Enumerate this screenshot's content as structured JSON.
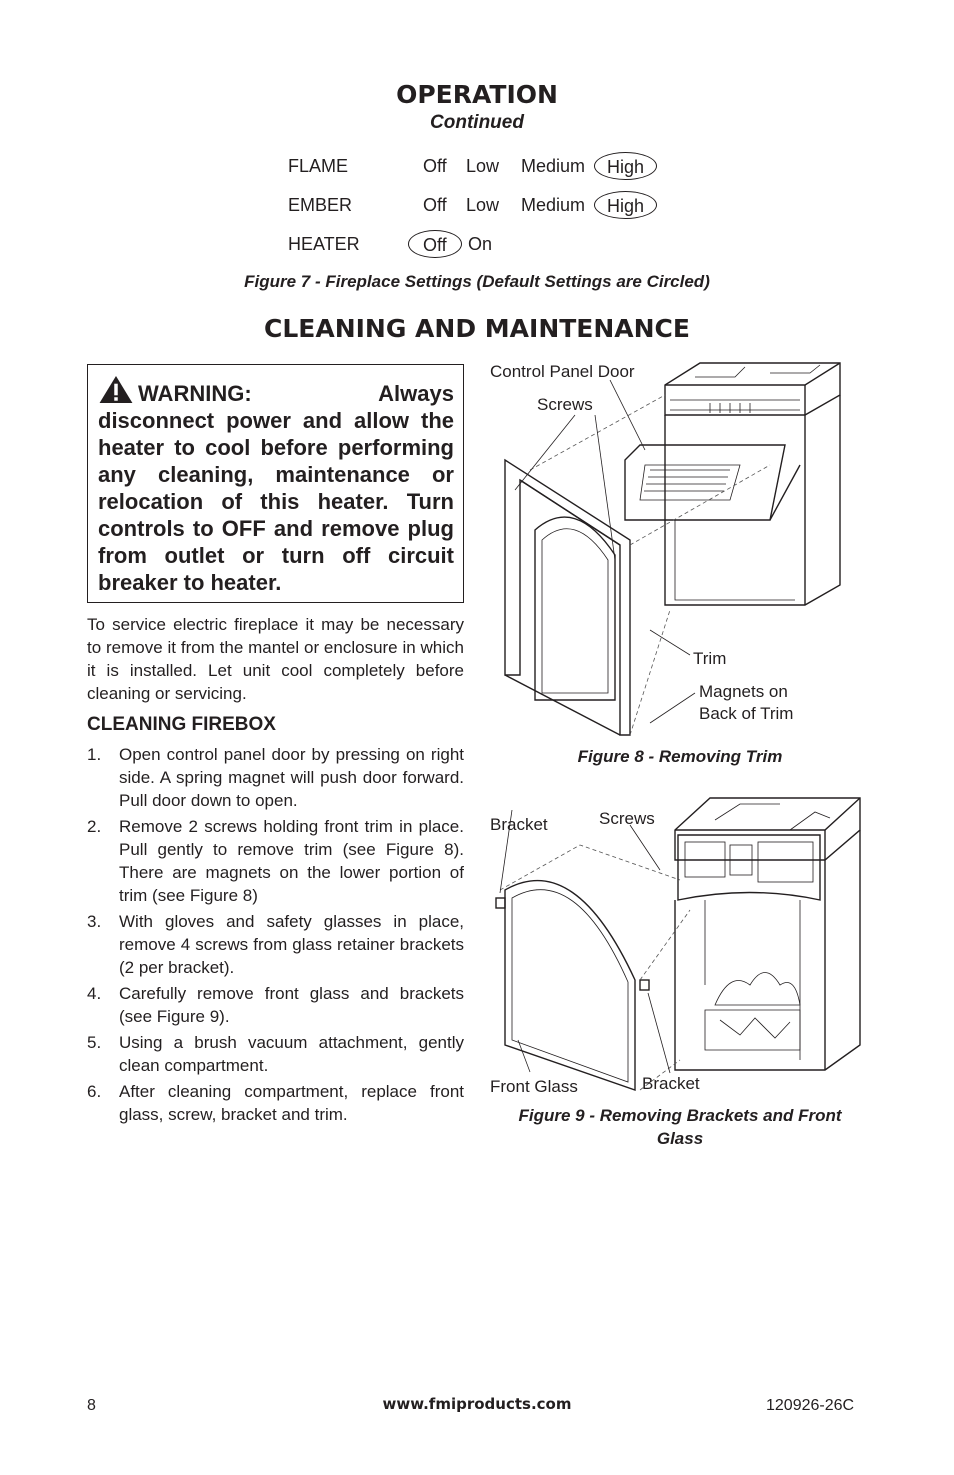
{
  "operation": {
    "title": "OPERATION",
    "subtitle": "Continued"
  },
  "settings": [
    {
      "name": "FLAME",
      "options": [
        "Off",
        "Low",
        "Medium",
        "High"
      ]
    },
    {
      "name": "EMBER",
      "options": [
        "Off",
        "Low",
        "Medium",
        "High"
      ]
    },
    {
      "name": "HEATER",
      "options": [
        "Off",
        "On"
      ]
    }
  ],
  "figure7_caption": "Figure 7 - Fireplace Settings (Default Settings are Circled)",
  "cleaning": {
    "title": "CLEANING AND MAINTENANCE"
  },
  "warning": {
    "text": "WARNING: Always disconnect power and allow the heater to cool before performing any cleaning, maintenance or relocation of this heater. Turn controls to OFF and remove plug from outlet or turn off circuit breaker to heater."
  },
  "intro": "To service electric fireplace it may be necessary to remove it from the mantel or enclosure in which it is installed. Let unit cool completely before cleaning or servicing.",
  "firebox": {
    "heading": "CLEANING FIREBOX",
    "steps": [
      {
        "num": "1.",
        "text": "Open control panel door by pressing on right side. A spring magnet will push door forward. Pull door down to open."
      },
      {
        "num": "2.",
        "text": "Remove 2 screws holding front trim in place. Pull gently to remove trim (see Figure 8). There are magnets on the lower portion of trim (see Figure 8)"
      },
      {
        "num": "3.",
        "text": "With gloves and safety glasses in place, remove 4 screws from glass retainer brackets (2 per bracket)."
      },
      {
        "num": "4.",
        "text": "Carefully remove front glass and brackets (see Figure 9)."
      },
      {
        "num": "5.",
        "text": "Using a brush vacuum attachment, gently clean compartment."
      },
      {
        "num": "6.",
        "text": "After cleaning compartment, replace front glass, screw, bracket and trim."
      }
    ]
  },
  "figure8": {
    "labels": {
      "control_panel_door": "Control Panel Door",
      "screws": "Screws",
      "trim": "Trim",
      "magnets_line1": "Magnets on",
      "magnets_line2": "Back of Trim"
    },
    "caption": "Figure 8 - Removing Trim"
  },
  "figure9": {
    "labels": {
      "bracket_top": "Bracket",
      "screws": "Screws",
      "front_glass": "Front Glass",
      "bracket_bottom": "Bracket"
    },
    "caption_line1": "Figure 9 - Removing Brackets and Front",
    "caption_line2": "Glass"
  },
  "footer": {
    "page_number": "8",
    "website": "www.fmiproducts.com",
    "doc_number": "120926-26C"
  }
}
